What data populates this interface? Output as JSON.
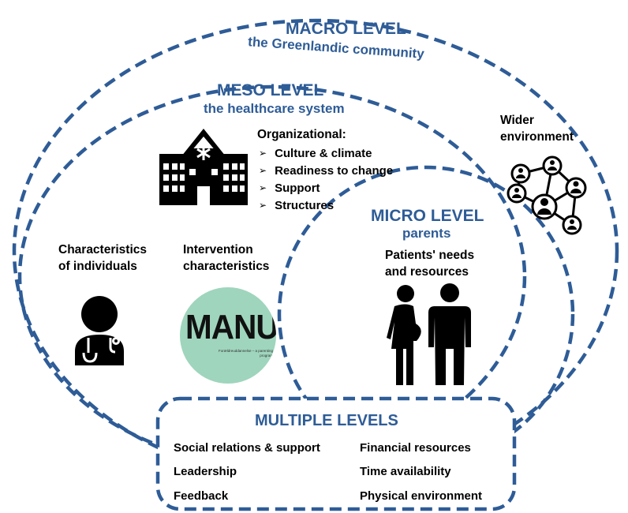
{
  "macro": {
    "title": "MACRO LEVEL",
    "subtitle": "the Greenlandic community"
  },
  "meso": {
    "title": "MESO LEVEL",
    "subtitle": "the healthcare system"
  },
  "micro": {
    "title": "MICRO LEVEL",
    "subtitle": "parents"
  },
  "organizational": {
    "heading": "Organizational:",
    "items": [
      "Culture & climate",
      "Readiness to change",
      "Support",
      "Structures"
    ]
  },
  "wider_environment": {
    "line1": "Wider",
    "line2": "environment"
  },
  "individuals": {
    "line1": "Characteristics",
    "line2": "of individuals"
  },
  "intervention": {
    "line1": "Intervention",
    "line2": "characteristics"
  },
  "patients": {
    "line1": "Patients' needs",
    "line2": "and resources"
  },
  "manu_logo": {
    "word": "MANU",
    "tagline": "Forældreuddannelse – a parenting program"
  },
  "multiple": {
    "title": "MULTIPLE LEVELS",
    "left": [
      "Social relations & support",
      "Leadership",
      "Feedback"
    ],
    "right": [
      "Financial resources",
      "Time availability",
      "Physical environment"
    ]
  },
  "colors": {
    "accent": "#2e5c97",
    "logo_bg": "#9fd5bd",
    "icon": "#000000"
  },
  "icons": [
    "hospital-icon",
    "network-icon",
    "doctor-icon",
    "parents-icon"
  ]
}
